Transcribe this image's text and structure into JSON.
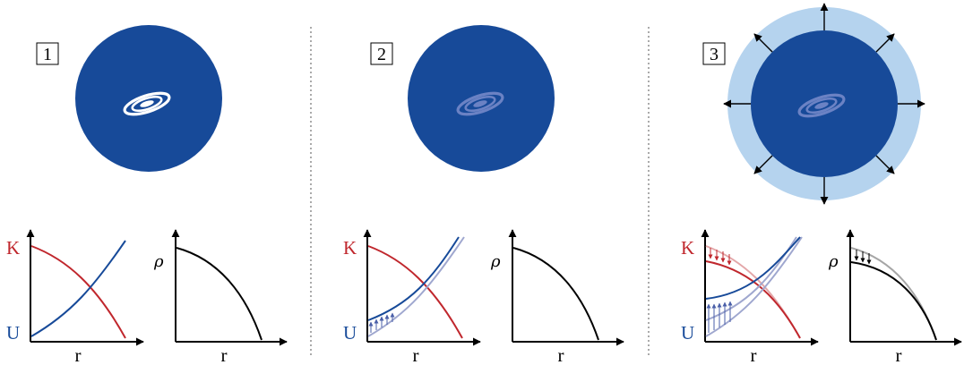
{
  "colors": {
    "dark_blue": "#174a99",
    "light_blue": "#b5d3ee",
    "red": "#c0272d",
    "faded_red": "#e3a7a9",
    "faded_blue": "#9fa7cf",
    "black": "#000000",
    "gray": "#a6a6a6"
  },
  "panels": [
    {
      "number": "1",
      "k_label": "K",
      "u_label": "U",
      "r_label": "r",
      "rho_label": "ρ",
      "r2_label": "r"
    },
    {
      "number": "2",
      "k_label": "K",
      "u_label": "U",
      "r_label": "r",
      "rho_label": "ρ",
      "r2_label": "r"
    },
    {
      "number": "3",
      "k_label": "K",
      "u_label": "U",
      "r_label": "r",
      "rho_label": "ρ",
      "r2_label": "r"
    }
  ],
  "icons": {
    "galaxy": "spiral-galaxy-icon",
    "expansion": "outward-arrow-icon",
    "shift": "small-arrow-icon"
  }
}
